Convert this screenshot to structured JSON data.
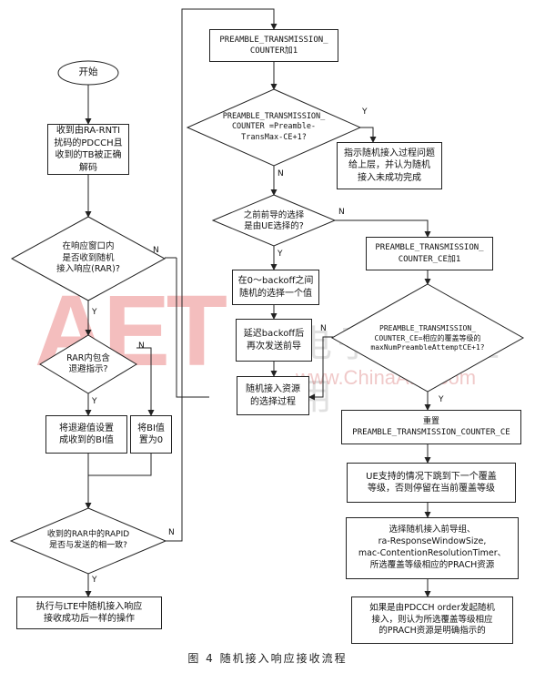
{
  "flowchart": {
    "start": "开始",
    "step_decode": "收到由RA-RNTI\n扰码的PDCCH且\n收到的TB被正确解码",
    "q_rar_received": "在响应窗口内\n是否收到随机\n接入响应(RAR)?",
    "q_backoff_indicator": "RAR内包含\n退避指示?",
    "step_set_bi": "将退避值设置\n成收到的BI值",
    "step_set_zero": "将BI值\n置为0",
    "q_rapid_match": "收到的RAR中的RAPID\n是否与发送的相一致?",
    "step_success": "执行与LTE中随机接入响应\n接收成功后一样的操作",
    "step_counter_inc": "PREAMBLE_TRANSMISSION_\nCOUNTER加1",
    "q_counter_max": "PREAMBLE_TRANSMISSION_\nCOUNTER =Preamble-\nTransMax-CE+1?",
    "step_indicate_problem": "指示随机接入过程问题\n给上层，并认为随机\n接入未成功完成",
    "q_ue_selected": "之前前导的选择\n是由UE选择的?",
    "step_random_backoff": "在0～backoff之间\n随机的选择一个值",
    "step_delay_resend": "延迟backoff后\n再次发送前导",
    "step_resource_selection": "随机接入资源\n的选择过程",
    "step_counter_ce_inc": "PREAMBLE_TRANSMISSION_\nCOUNTER_CE加1",
    "q_counter_ce_max": "PREAMBLE_TRANSMISSION_\nCOUNTER_CE=相应的覆盖等级的\nmaxNumPreambleAttemptCE+1?",
    "step_reset_ce": "重置\nPREAMBLE_TRANSMISSION_COUNTER_CE",
    "step_next_level": "UE支持的情况下跳到下一个覆盖\n等级，否则停留在当前覆盖等级",
    "step_select_params": "选择随机接入前导组、\nra-ResponseWindowSize,\nmac-ContentionResolutionTimer、\n所选覆盖等级相应的PRACH资源",
    "step_pdcch_order": "如果是由PDCCH order发起随机\n接入，则认为所选覆盖等级相应\n的PRACH资源是明确指示的",
    "label_yes": "Y",
    "label_no": "N"
  },
  "caption": "图 4   随机接入响应接收流程",
  "watermark": {
    "logo": "AET",
    "cn": "电子技术应用",
    "url": "www.ChinaAET.com"
  }
}
